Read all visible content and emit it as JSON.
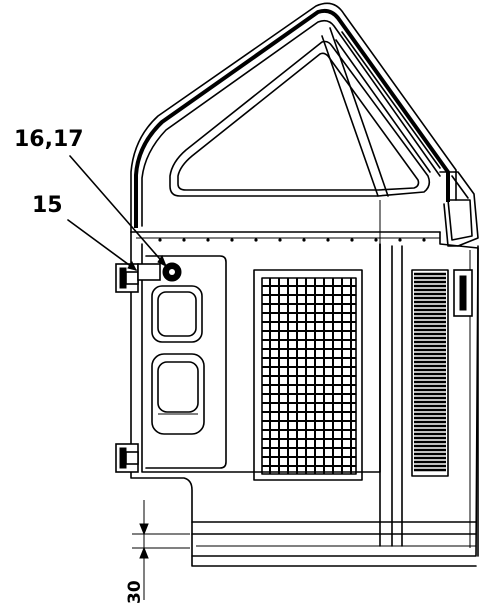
{
  "callouts": {
    "label_16_17": "16,17",
    "label_15": "15"
  },
  "dimension": {
    "value": "30"
  }
}
